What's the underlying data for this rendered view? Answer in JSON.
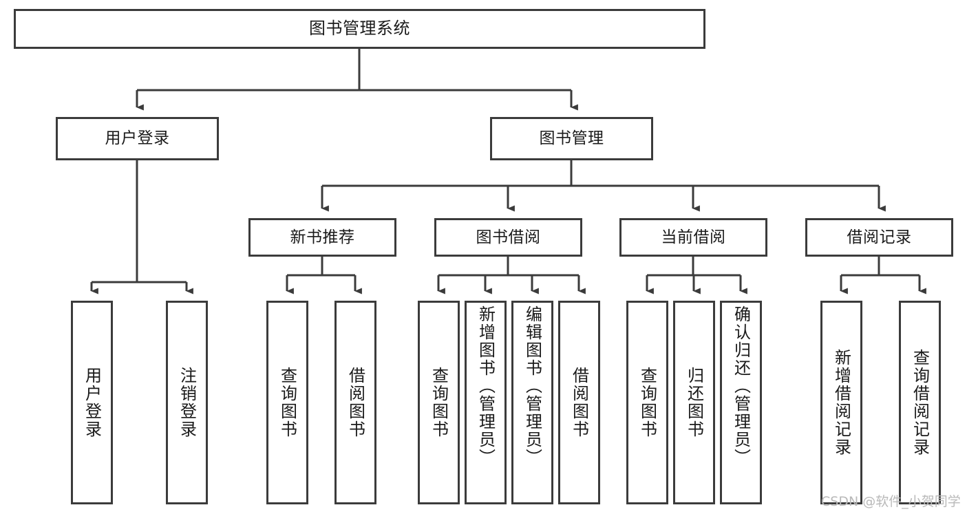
{
  "diagram": {
    "title": "图书管理系统",
    "type": "tree-hierarchy",
    "style": {
      "box_border_color": "#3b3b3b",
      "box_fill_color": "#ffffff",
      "connector_color": "#3b3b3b",
      "text_color": "#1a1a1a",
      "background_color": "#ffffff",
      "watermark_color": "#b9b9b9"
    },
    "levels": {
      "root": {
        "label": "图书管理系统"
      },
      "level2": [
        {
          "label": "用户登录"
        },
        {
          "label": "图书管理"
        }
      ],
      "level3": [
        {
          "label": "新书推荐"
        },
        {
          "label": "图书借阅"
        },
        {
          "label": "当前借阅"
        },
        {
          "label": "借阅记录"
        }
      ],
      "leaves": {
        "user_login": [
          {
            "label": "用户登录"
          },
          {
            "label": "注销登录"
          }
        ],
        "new_book_recommend": [
          {
            "label": "查询图书"
          },
          {
            "label": "借阅图书"
          }
        ],
        "book_borrow": [
          {
            "label": "查询图书"
          },
          {
            "label": "新增图书（管理员）"
          },
          {
            "label": "编辑图书（管理员）"
          },
          {
            "label": "借阅图书"
          }
        ],
        "current_borrow": [
          {
            "label": "查询图书"
          },
          {
            "label": "归还图书"
          },
          {
            "label": "确认归还（管理员）"
          }
        ],
        "borrow_record": [
          {
            "label": "新增借阅记录"
          },
          {
            "label": "查询借阅记录"
          }
        ]
      }
    }
  },
  "watermark": {
    "text": "CSDN @软件_小贺同学"
  }
}
